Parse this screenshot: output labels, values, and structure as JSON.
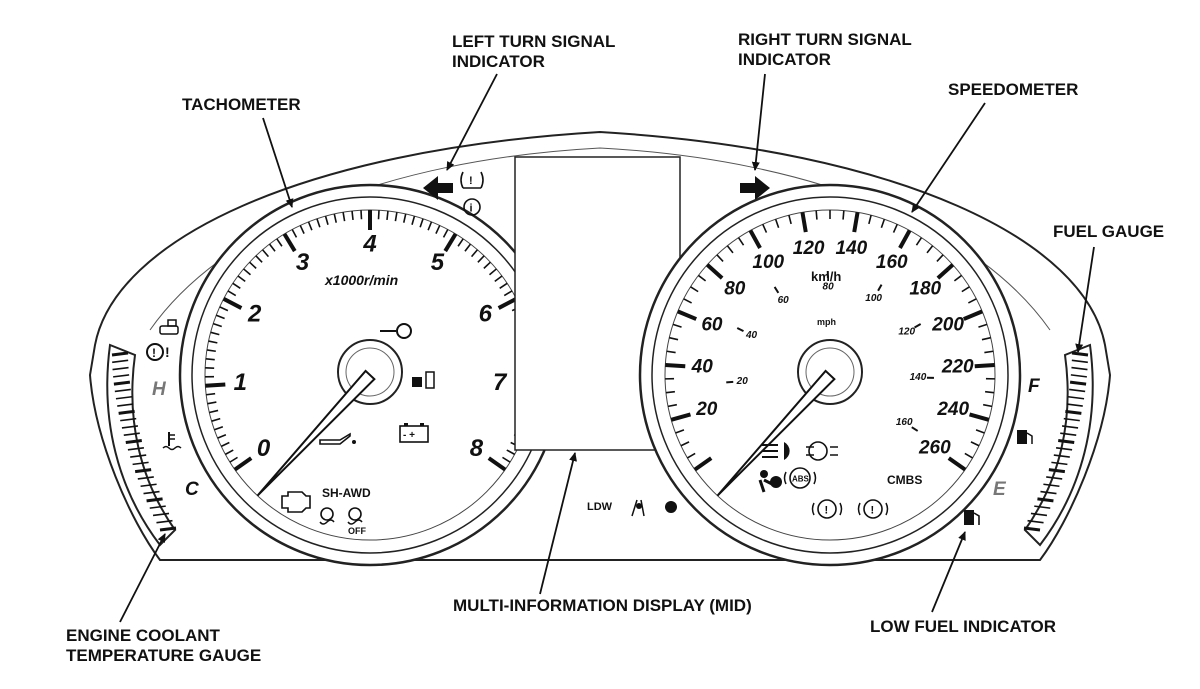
{
  "callouts": {
    "tachometer": "TACHOMETER",
    "left_turn_line1": "LEFT TURN SIGNAL",
    "left_turn_line2": "INDICATOR",
    "right_turn_line1": "RIGHT TURN SIGNAL",
    "right_turn_line2": "INDICATOR",
    "speedometer": "SPEEDOMETER",
    "fuel_gauge": "FUEL GAUGE",
    "coolant_line1": "ENGINE COOLANT",
    "coolant_line2": "TEMPERATURE GAUGE",
    "mid": "MULTI-INFORMATION DISPLAY (MID)",
    "low_fuel": "LOW FUEL INDICATOR"
  },
  "tachometer": {
    "numbers": [
      "0",
      "1",
      "2",
      "3",
      "4",
      "5",
      "6",
      "7",
      "8"
    ],
    "unit": "x1000r/min",
    "needle_value": 0
  },
  "speedometer": {
    "kmh_numbers": [
      "20",
      "40",
      "60",
      "80",
      "100",
      "120",
      "140",
      "160",
      "180",
      "200",
      "220",
      "240",
      "260"
    ],
    "kmh_unit": "km/h",
    "mph_numbers": [
      "20",
      "40",
      "60",
      "80",
      "100",
      "120",
      "140",
      "160"
    ],
    "mph_unit": "mph",
    "needle_value": 0
  },
  "coolant_gauge": {
    "hot": "H",
    "cold": "C"
  },
  "fuel_gauge": {
    "full": "F",
    "empty": "E"
  },
  "indicators": {
    "sh_awd": "SH-AWD",
    "off": "OFF",
    "ldw": "LDW",
    "cmbs": "CMBS",
    "abs": "ABS"
  }
}
